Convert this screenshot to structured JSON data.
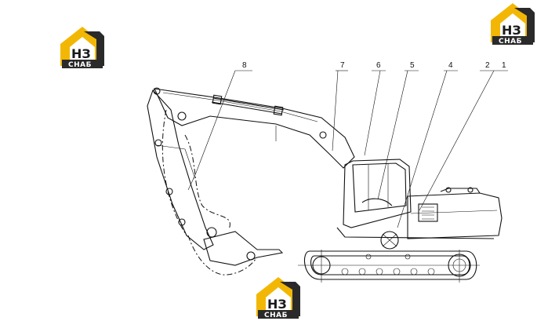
{
  "logo": {
    "text_top": "НЗ",
    "text_bottom": "СНАБ",
    "color_yellow": "#f2b705",
    "color_dark": "#222222"
  },
  "callouts": [
    {
      "id": "8",
      "label": "8"
    },
    {
      "id": "7",
      "label": "7"
    },
    {
      "id": "6",
      "label": "6"
    },
    {
      "id": "5",
      "label": "5"
    },
    {
      "id": "4",
      "label": "4"
    },
    {
      "id": "2",
      "label": "2"
    },
    {
      "id": "1",
      "label": "1"
    }
  ]
}
